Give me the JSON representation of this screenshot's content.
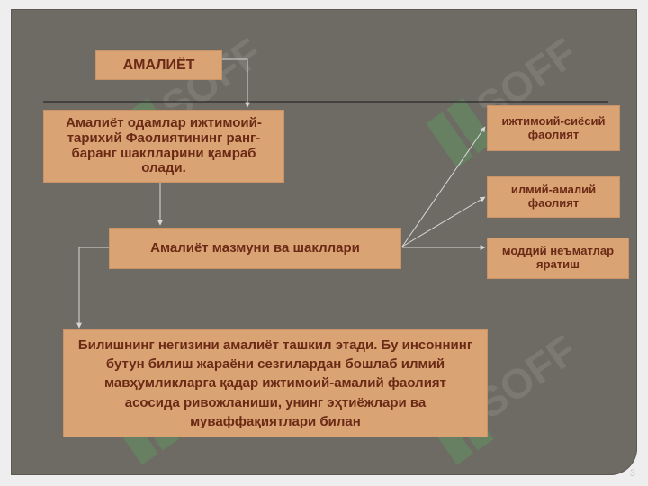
{
  "title_box": "АМАЛИЁТ",
  "definition_box": "Амалиёт одамлар ижтимоий-тарихий Фаолиятининг ранг-баранг шаклларини қамраб олади.",
  "center_box": "Амалиёт мазмуни ва шакллари",
  "right_boxes": [
    "ижтимоий-сиёсий фаолият",
    "илмий-амалий фаолият",
    "моддий неъматлар яратиш"
  ],
  "bottom_box": "Билишнинг негизини амалиёт ташкил этади. Бу инсоннинг бутун билиш жараёни сезгилардан бошлаб илмий мавҳумликларга қадар ижтимоий-амалий фаолият асосида ривожланиши, унинг эҳтиёжлари ва муваффақиятлари билан",
  "watermark_text": "SOFF",
  "page_number": "3",
  "colors": {
    "slide": "#6d6b63",
    "box_fill": "#d9a373",
    "box_text": "#6b2a16",
    "watermark_green": "#5f9b5f"
  }
}
